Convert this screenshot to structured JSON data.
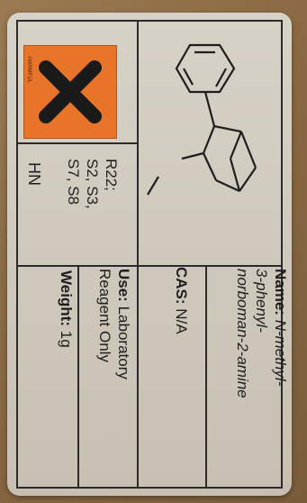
{
  "label": {
    "name_label": "Name:",
    "name_line1": "N-methyl-",
    "name_line2": "3-phenyl-",
    "name_line3": "norboman-2-amine",
    "cas_label": "CAS:",
    "cas_value": "N/A",
    "use_label": "Use:",
    "use_value_line1": "Laboratory",
    "use_value_line2": "Reagent Only",
    "weight_label": "Weight:",
    "weight_value": "1g",
    "risk_line1": "R22;",
    "risk_line2": "S2, S3,",
    "risk_line3": "S7, S8",
    "structure_amine": "HN",
    "hazard_text": "HARMFUL"
  },
  "colors": {
    "hazard_orange": "#e8742a",
    "label_paper": "#d2ccc0",
    "cardboard": "#8a6a44"
  },
  "icons": {
    "hazard": "orange-square-black-x"
  }
}
